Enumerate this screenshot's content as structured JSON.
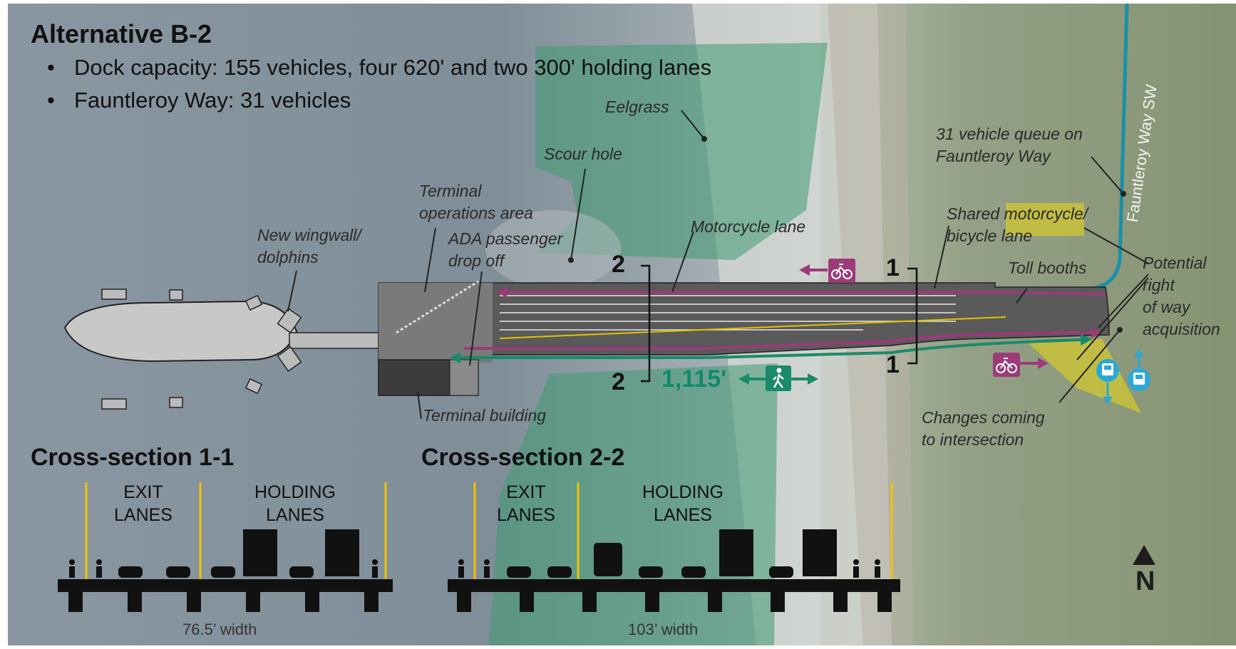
{
  "title": "Alternative B-2",
  "bullets": [
    "Dock capacity: 155 vehicles, four 620' and two 300' holding lanes",
    "Fauntleroy Way: 31 vehicles"
  ],
  "labels": {
    "eelgrass": "Eelgrass",
    "scour_hole": "Scour hole",
    "terminal_ops_1": "Terminal",
    "terminal_ops_2": "operations area",
    "wingwall_1": "New wingwall/",
    "wingwall_2": "dolphins",
    "ada_1": "ADA passenger",
    "ada_2": "drop off",
    "motorcycle_lane": "Motorcycle lane",
    "queue_1": "31 vehicle queue on",
    "queue_2": "Fauntleroy Way",
    "street": "Fauntleroy Way SW",
    "shared_1": "Shared motorcycle/",
    "shared_2": "bicycle lane",
    "toll_booths": "Toll booths",
    "row_1": "Potential",
    "row_2": "right",
    "row_3": "of way",
    "row_4": "acquisition",
    "terminal_building": "Terminal building",
    "changes_1": "Changes coming",
    "changes_2": "to intersection",
    "north": "N"
  },
  "section_marks": {
    "one": "1",
    "two": "2"
  },
  "dimension": "1,115'",
  "cross_sections": [
    {
      "title": "Cross-section 1-1",
      "exit": [
        "EXIT",
        "LANES"
      ],
      "holding": [
        "HOLDING",
        "LANES"
      ],
      "width": "76.5’ width"
    },
    {
      "title": "Cross-section 2-2",
      "exit": [
        "EXIT",
        "LANES"
      ],
      "holding": [
        "HOLDING",
        "LANES"
      ],
      "width": "103’ width"
    }
  ],
  "icons": [
    "bicycle-icon",
    "pedestrian-icon",
    "bus-icon",
    "north-arrow-icon"
  ],
  "colors": {
    "motorcycle_lane": "#9c3a7a",
    "pedestrian_path": "#1a8a6a",
    "eelgrass": "#3f9a72",
    "right_of_way": "#c9c23a",
    "street": "#1890a8",
    "bus": "#2aa8d8",
    "deck": "#555555",
    "lane_divider": "#f2c200"
  }
}
